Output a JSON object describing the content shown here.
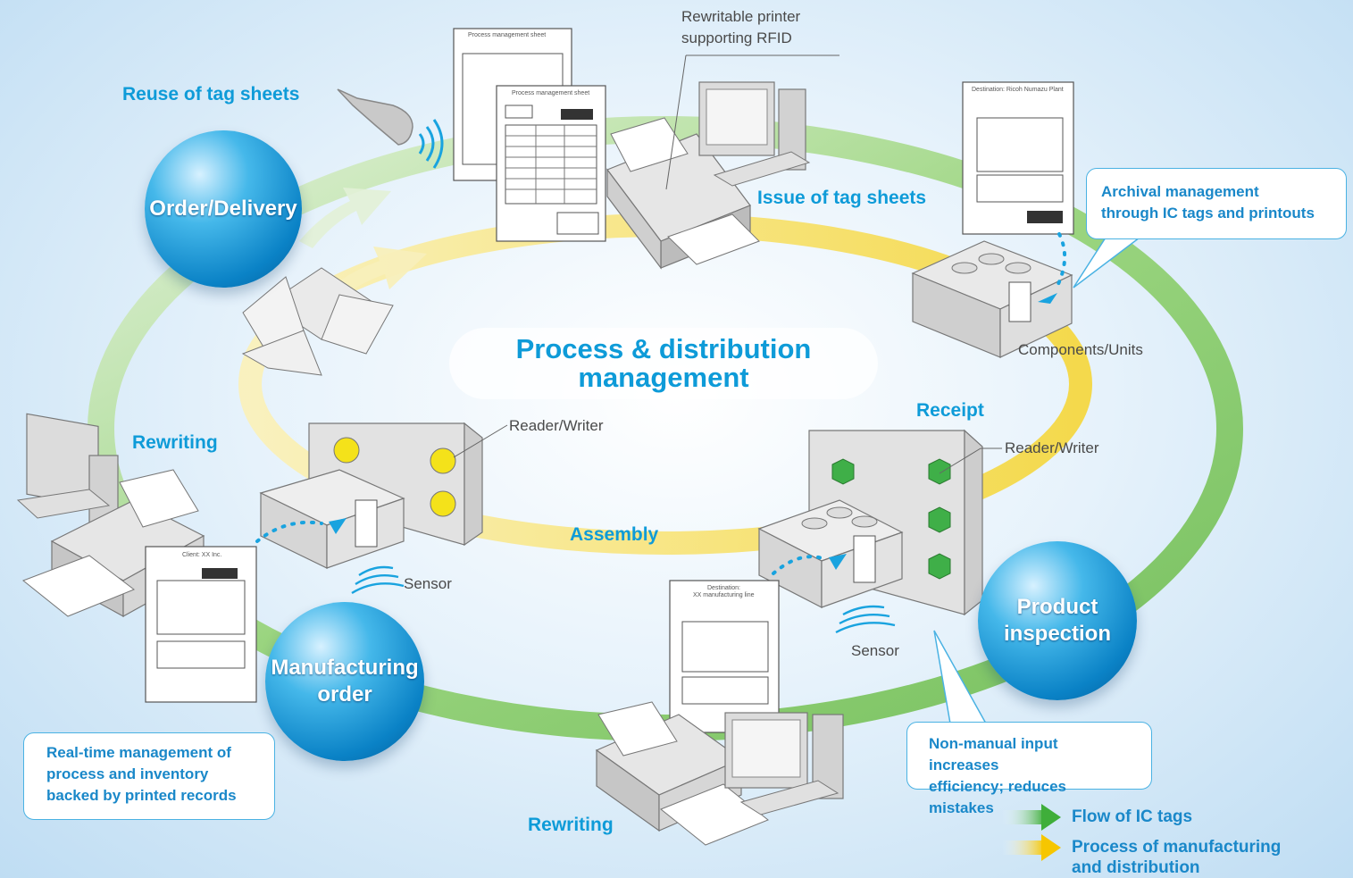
{
  "center_title": {
    "line1": "Process & distribution",
    "line2": "management"
  },
  "stages": {
    "order_delivery": "Order/Delivery",
    "manufacturing_order": {
      "line1": "Manufacturing",
      "line2": "order"
    },
    "product_inspection": {
      "line1": "Product",
      "line2": "inspection"
    }
  },
  "labels": {
    "reuse": "Reuse of tag sheets",
    "issue": "Issue of tag sheets",
    "rewriting_left": "Rewriting",
    "rewriting_bottom": "Rewriting",
    "assembly": "Assembly",
    "receipt": "Receipt",
    "printer_line1": "Rewritable printer",
    "printer_line2": "supporting RFID",
    "reader_writer_1": "Reader/Writer",
    "reader_writer_2": "Reader/Writer",
    "sensor_1": "Sensor",
    "sensor_2": "Sensor",
    "components_units": "Components/Units"
  },
  "callouts": {
    "archival": {
      "line1": "Archival management",
      "line2": "through IC tags and printouts"
    },
    "realtime": {
      "line1": "Real-time management of",
      "line2": "process and inventory",
      "line3": "backed by printed records"
    },
    "nonmanual": {
      "line1": "Non-manual input increases",
      "line2": "efficiency; reduces mistakes"
    }
  },
  "sheets": {
    "process1": "Process management sheet",
    "process2": "Process management sheet",
    "destination_ricoh": "Destination: Ricoh Numazu Plant",
    "client": "Client: XX Inc.",
    "destination_line_1": "Destination:",
    "destination_line_2": "XX manufacturing line"
  },
  "legend": {
    "ic_flow": "Flow of IC tags",
    "process_line1": "Process of manufacturing",
    "process_line2": "and distribution"
  },
  "colors": {
    "accent_blue": "#0e9bd8",
    "green_flow": "#6cc24a",
    "yellow_flow": "#f6dc4a",
    "sphere_blue": "#0a82c6"
  }
}
